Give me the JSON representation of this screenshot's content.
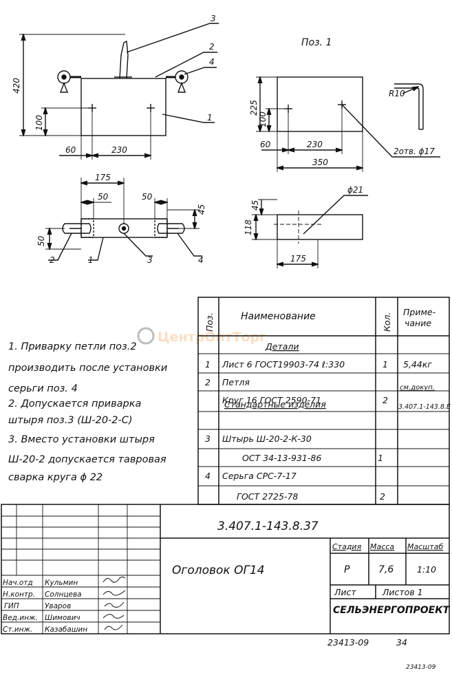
{
  "views": {
    "main": {
      "height_420": "420",
      "height_100": "100",
      "width_60": "60",
      "width_230": "230",
      "callout_3": "3",
      "callout_2": "2",
      "callout_4": "4",
      "callout_1": "1"
    },
    "pos1": {
      "title": "Поз. 1",
      "height_225": "225",
      "height_100": "100",
      "width_60": "60",
      "width_230": "230",
      "width_350": "350",
      "bend_radius": "R10",
      "holes_note": "2отв. ϕ17"
    },
    "plan": {
      "width_175": "175",
      "width_50a": "50",
      "width_50b": "50",
      "height_45": "45",
      "height_50": "50",
      "callout_2": "2",
      "callout_1": "1",
      "callout_3": "3",
      "callout_4": "4"
    },
    "pos1_side": {
      "height_45": "45",
      "height_118": "118",
      "width_175": "175",
      "hole_dia": "ϕ21"
    }
  },
  "notes": [
    "1. Приварку петли поз.2",
    "производить после установки",
    "серьги поз. 4",
    "2. Допускается приварка",
    "штыря поз.3 (Ш-20-2-С)",
    "3. Вместо установки штыря",
    "Ш-20-2 допускается тавровая",
    "сварка круга ϕ 22"
  ],
  "spec_table": {
    "headers": {
      "pos": "Поз.",
      "name": "Наименование",
      "qty": "Кол.",
      "note": "Приме-чание"
    },
    "header_note_lines": [
      "Приме-",
      "чание"
    ],
    "section_details": "Детали",
    "section_standard": "Стандартные изделия",
    "rows": [
      {
        "pos": "1",
        "name": "Лист 6 ГОСТ19903-74 ℓ:330",
        "qty": "1",
        "note": "5,44кг"
      },
      {
        "pos": "2",
        "name": "Петля",
        "qty": "",
        "note": "см.докуп."
      },
      {
        "pos": "",
        "name": "Круг 16 ГОСТ 2590-71",
        "qty": "2",
        "note": "3.407.1-143.8.Е"
      },
      {
        "pos": "3",
        "name": "Штырь Ш-20-2-К-30",
        "qty": "",
        "note": ""
      },
      {
        "pos": "",
        "name": "ОСТ 34-13-931-86",
        "qty": "1",
        "note": ""
      },
      {
        "pos": "4",
        "name": "Серьга СРС-7-17",
        "qty": "",
        "note": ""
      },
      {
        "pos": "",
        "name": "ГОСТ 2725-78",
        "qty": "2",
        "note": ""
      }
    ]
  },
  "title_block": {
    "doc_code": "3.407.1-143.8.37",
    "title": "Оголовок ОГ14",
    "stage_label": "Стадия",
    "mass_label": "Масса",
    "scale_label": "Масштаб",
    "stage": "Р",
    "mass": "7,6",
    "scale": "1:10",
    "sheet_label": "Лист",
    "sheets_label": "Листов 1",
    "org": "СЕЛЬЭНЕРГОПРОЕКТ",
    "signatures": [
      {
        "role": "Нач.отд",
        "name": "Кульмин"
      },
      {
        "role": "Н.контр.",
        "name": "Солнцева"
      },
      {
        "role": "ГИП",
        "name": "Уваров"
      },
      {
        "role": "Вед.инж.",
        "name": "Шимович"
      },
      {
        "role": "Ст.инж.",
        "name": "Казабашин"
      }
    ],
    "bottom_number": "23413-09",
    "page_number": "34",
    "corner_stamp": "23413-09"
  },
  "watermark": "ЦентрОптТорг"
}
